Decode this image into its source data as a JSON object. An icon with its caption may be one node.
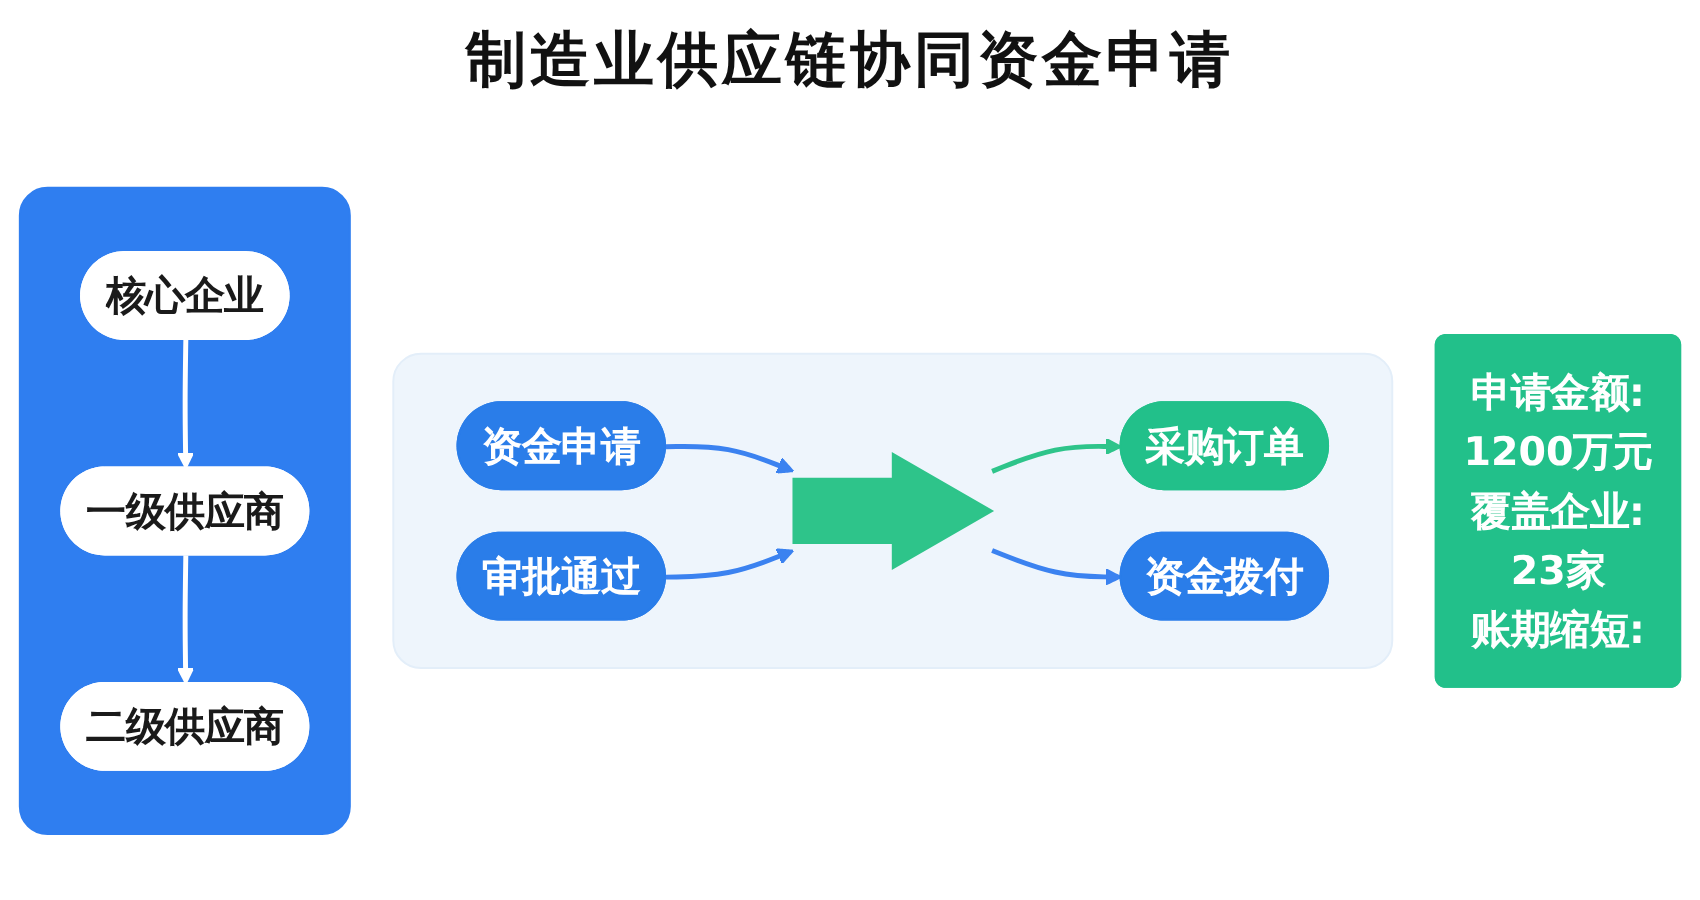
{
  "diagram": {
    "title": "制造业供应链协同资金申请",
    "nodes": [
      {
        "text": [],
        "shape": "box"
      },
      {
        "text": [
          "核心企业"
        ],
        "in": 0
      },
      {
        "text": [
          "一级供应商"
        ],
        "in": 0
      },
      {
        "text": [
          "二级供应商"
        ],
        "in": 0
      },
      {
        "text": [],
        "shape": "box"
      },
      {
        "text": [],
        "shape": "arrow",
        "in": 4
      },
      {
        "text": [
          "采购订单"
        ],
        "in": 4
      },
      {
        "text": [
          "资金申请"
        ],
        "in": 4
      },
      {
        "text": [
          "审批通过"
        ],
        "in": 4
      },
      {
        "text": [
          "资金拨付"
        ],
        "in": 4
      },
      {
        "text": [
          "申请金额:",
          "1200万元",
          "覆盖企业:",
          "23家",
          "账期缩短:"
        ]
      }
    ],
    "edges": [
      {
        "from": 1,
        "to": 2,
        "arrow": "to",
        "color": "#ffffff"
      },
      {
        "from": 2,
        "to": 3,
        "arrow": "to",
        "color": "#ffffff"
      },
      {
        "from": 5,
        "to": 6,
        "arrow": "to",
        "color": "#2ec48a"
      },
      {
        "from": 7,
        "to": 5,
        "arrow": "to",
        "color": "#3b82f0"
      },
      {
        "from": 8,
        "to": 5,
        "arrow": "to",
        "color": "#3b82f0"
      },
      {
        "from": 5,
        "to": 9,
        "arrow": "to",
        "color": "#3b82f0"
      }
    ]
  }
}
